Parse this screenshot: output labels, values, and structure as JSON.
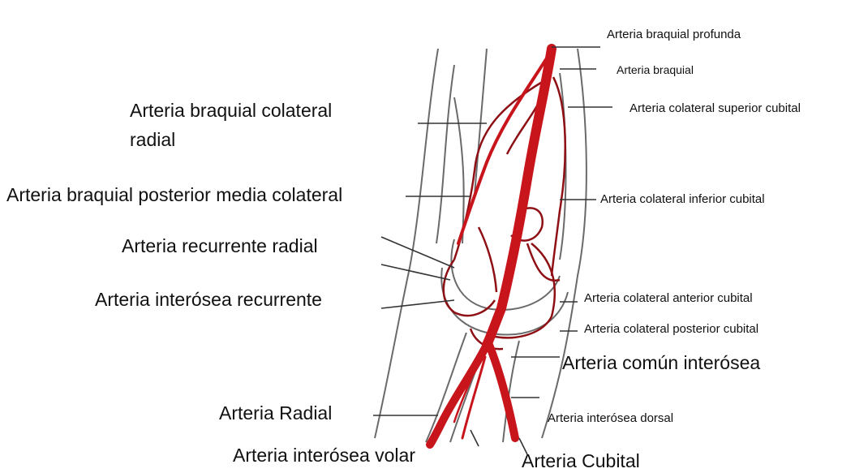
{
  "labels": {
    "braquial_profunda": "Arteria braquial profunda",
    "braquial": "Arteria braquial",
    "braquial_colateral_radial": "Arteria braquial colateral radial",
    "colateral_superior_cubital": "Arteria colateral superior cubital",
    "braquial_posterior_media_colateral": "Arteria braquial posterior media colateral",
    "colateral_inferior_cubital": "Arteria colateral inferior cubital",
    "recurrente_radial": "Arteria recurrente radial",
    "interosea_recurrente": "Arteria interósea recurrente",
    "colateral_anterior_cubital": "Arteria colateral anterior cubital",
    "colateral_posterior_cubital": "Arteria colateral posterior cubital",
    "comun_interosea": "Arteria común interósea",
    "radial": "Arteria Radial",
    "interosea_dorsal": "Arteria interósea dorsal",
    "interosea_volar": "Arteria interósea volar",
    "cubital": "Arteria Cubital"
  },
  "colors": {
    "artery": "#c8141b",
    "artery_dark": "#8e1015",
    "outline": "#555555",
    "leader": "#333333"
  }
}
